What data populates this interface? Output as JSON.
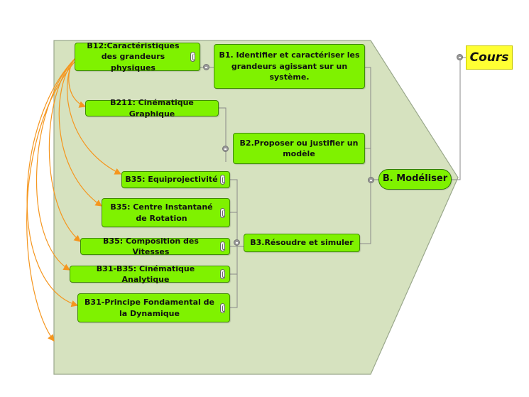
{
  "root": {
    "label": "Cours"
  },
  "central": {
    "label": "B. Modéliser"
  },
  "objectives": [
    {
      "id": "b1",
      "label": "B1. Identifier et caractériser les grandeurs agissant sur un système."
    },
    {
      "id": "b2",
      "label": "B2.Proposer ou justifier un modèle"
    },
    {
      "id": "b3",
      "label": "B3.Résoudre et simuler"
    }
  ],
  "resources": [
    {
      "id": "b12",
      "label": "B12:Caractéristiques des grandeurs physiques",
      "attachment": true,
      "parent": "b1"
    },
    {
      "id": "b211",
      "label": "B211: Cinématique Graphique",
      "attachment": false,
      "parent": "b2"
    },
    {
      "id": "b35a",
      "label": "B35: Equiprojectivité",
      "attachment": true,
      "parent": "b3"
    },
    {
      "id": "b35b",
      "label": "B35: Centre Instantané de Rotation",
      "attachment": true,
      "parent": "b3"
    },
    {
      "id": "b35c",
      "label": "B35: Composition des Vitesses",
      "attachment": true,
      "parent": "b3"
    },
    {
      "id": "b31b35",
      "label": "B31-B35: Cinématique Analytique",
      "attachment": true,
      "parent": "b3"
    },
    {
      "id": "b31",
      "label": "B31-Principe Fondamental de la Dynamique",
      "attachment": true,
      "parent": "b3"
    }
  ],
  "colors": {
    "node_fill": "#7ff200",
    "node_border": "#3f8a00",
    "pentagon_fill": "#d6e2bf",
    "pentagon_border": "#9aa88c",
    "relation_arrow": "#f5961e",
    "connector": "#8a8a8a",
    "cours_fill": "#ffff33"
  },
  "icons": {
    "attachment": "paperclip-icon",
    "collapse": "collapse-toggle-icon"
  }
}
